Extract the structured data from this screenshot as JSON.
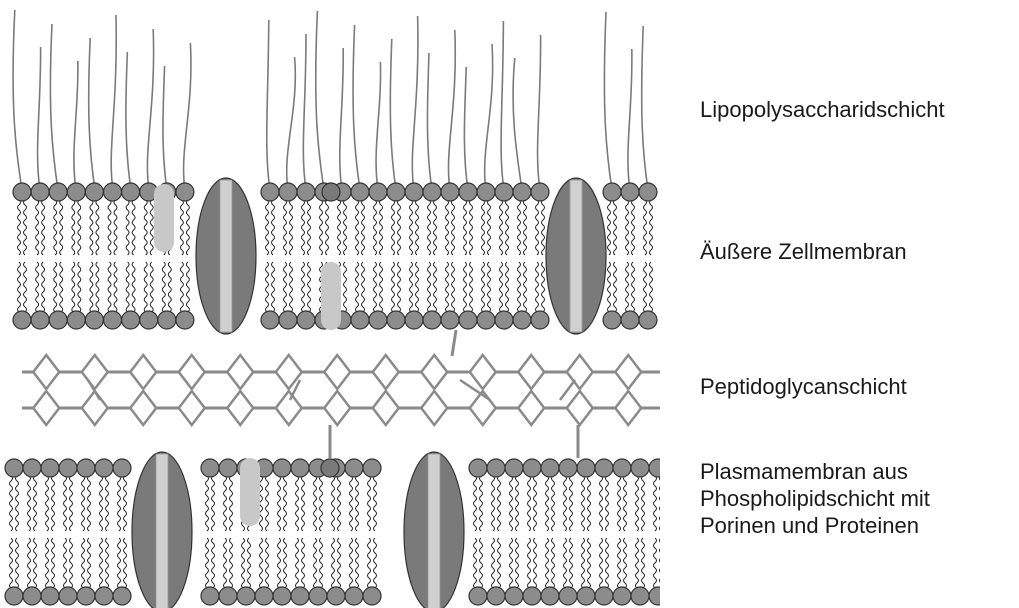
{
  "labels": {
    "lipopolysaccharide": "Lipopolysaccharidschicht",
    "outer_membrane": "Äußere Zellmembran",
    "peptidoglycan": "Peptidoglycanschicht",
    "plasma_membrane_lines": [
      "Plasmamembran aus",
      "Phospholipidschicht mit",
      "Porinen und Proteinen"
    ]
  },
  "colors": {
    "head": "#8c8c8c",
    "head_stroke": "#333333",
    "porin": "#7a7a7a",
    "porin_channel": "#d0d0d0",
    "protein": "#c8c8c8",
    "peptidoglycan": "#8a8a8a",
    "lps_chain": "#7a7a7a",
    "lipid_tail": "#222222"
  },
  "icons": {
    "lipid_head": "circle",
    "porin": "ellipse-with-channel",
    "protein": "rounded-cylinder",
    "peptidoglycan_unit": "diamond"
  }
}
